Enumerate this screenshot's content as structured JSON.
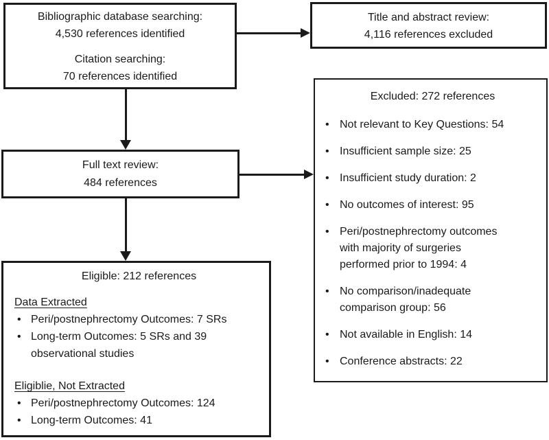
{
  "diagram": {
    "search_box": {
      "line1": "Bibliographic database searching:",
      "line2": "4,530 references identified",
      "line3": "Citation searching:",
      "line4": "70 references identified"
    },
    "title_abstract_box": {
      "line1": "Title and abstract review:",
      "line2": "4,116 references excluded"
    },
    "full_text_box": {
      "line1": "Full text review:",
      "line2": "484 references"
    },
    "excluded_box": {
      "title": "Excluded: 272 references",
      "bullet_glyph": "•",
      "items": [
        "Not relevant to Key Questions: 54",
        "Insufficient sample size: 25",
        "Insufficient study duration: 2",
        "No outcomes of interest: 95",
        "Peri/postnephrectomy outcomes with majority of surgeries performed prior to 1994: 4",
        "No comparison/inadequate comparison group: 56",
        "Not available in English: 14",
        "Conference abstracts: 22"
      ]
    },
    "eligible_box": {
      "title": "Eligible: 212 references",
      "extracted_heading": "Data Extracted",
      "extracted_items": [
        "Peri/postnephrectomy Outcomes: 7 SRs",
        "Long-term Outcomes: 5 SRs and 39 observational studies"
      ],
      "not_extracted_heading": "Eligiblie, Not Extracted",
      "not_extracted_items": [
        "Peri/postnephrectomy Outcomes: 124",
        "Long-term Outcomes: 41"
      ]
    },
    "colors": {
      "border": "#1a1a1a",
      "text": "#1a1a1a",
      "background": "#ffffff"
    }
  }
}
